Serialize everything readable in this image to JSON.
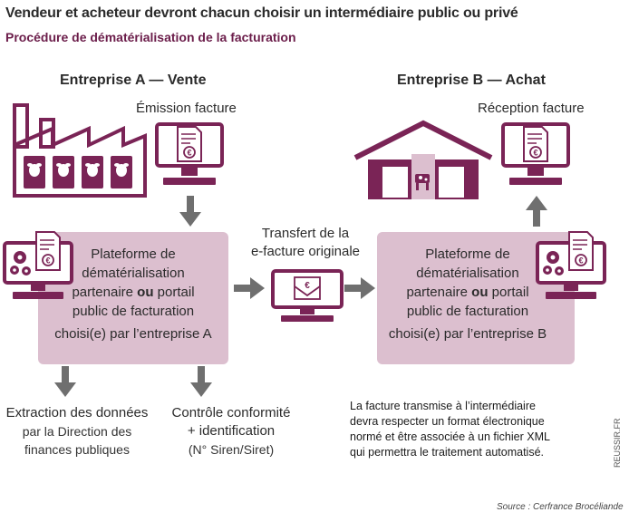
{
  "header": {
    "title": "Vendeur et acheteur devront chacun choisir un intermédiaire public ou privé",
    "subtitle": "Procédure de dématérialisation de la facturation"
  },
  "company_a": {
    "title": "Entreprise A — Vente",
    "emission": "Émission facture",
    "platform_line1": "Plateforme de",
    "platform_line2": "dématérialisation",
    "platform_line3a": "partenaire ",
    "platform_line3b": "ou",
    "platform_line3c": " portail",
    "platform_line4": "public de facturation",
    "platform_line5": "choisi(e) par l’entreprise A"
  },
  "company_b": {
    "title": "Entreprise B — Achat",
    "reception": "Réception facture",
    "platform_line1": "Plateforme de",
    "platform_line2": "dématérialisation",
    "platform_line3a": "partenaire ",
    "platform_line3b": "ou",
    "platform_line3c": " portail",
    "platform_line4": "public de facturation",
    "platform_line5": "choisi(e) par l’entreprise B"
  },
  "transfer": {
    "line1": "Transfert de la",
    "line2": "e-facture originale"
  },
  "extraction": {
    "line1": "Extraction des données",
    "line2": "par la Direction des",
    "line3": "finances publiques"
  },
  "controle": {
    "line1": "Contrôle conformité",
    "line2": "+ identification",
    "line3": "(N° Siren/Siret)"
  },
  "note": {
    "line1": "La facture transmise à l’intermédiaire",
    "line2": "devra respecter un format électronique",
    "line3": "normé et être associée à un fichier XML",
    "line4": "qui permettra le traitement automatisé."
  },
  "source": "Source : Cerfrance Brocéliande",
  "credit": "REUSSIR.FR",
  "colors": {
    "plum": "#7a2456",
    "platform_bg": "#dcbfcf",
    "arrow_gray": "#6f6f6f",
    "subtitle": "#6b1d4a"
  },
  "icons": {
    "factory": "factory-icon",
    "barn": "barn-icon",
    "computer": "computer-icon",
    "invoice": "invoice-euro-icon",
    "gears": "gears-icon",
    "envelope": "envelope-euro-icon"
  }
}
